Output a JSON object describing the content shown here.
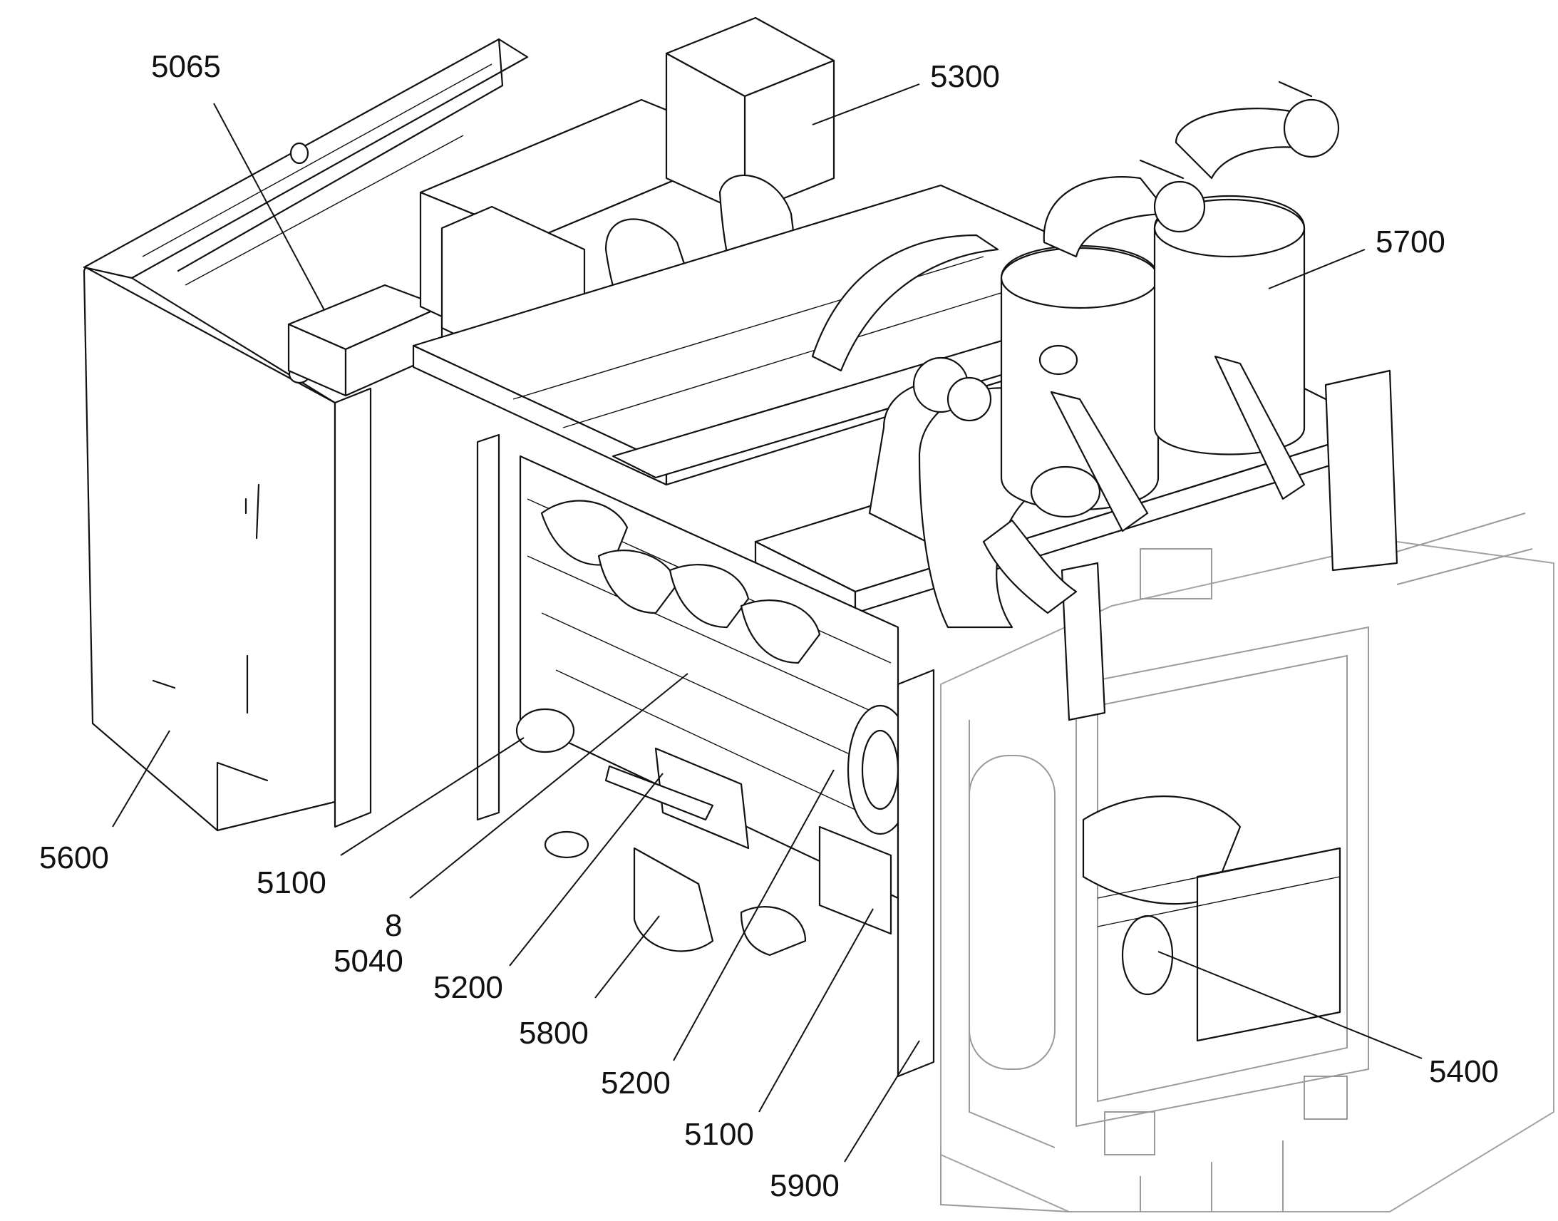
{
  "diagram": {
    "callouts": {
      "c5065": "5065",
      "c5300": "5300",
      "c5700": "5700",
      "c5600": "5600",
      "c5100a": "5100",
      "c8": "8",
      "c5040": "5040",
      "c5200a": "5200",
      "c5800": "5800",
      "c5200b": "5200",
      "c5100b": "5100",
      "c5900": "5900",
      "c5400": "5400"
    }
  }
}
